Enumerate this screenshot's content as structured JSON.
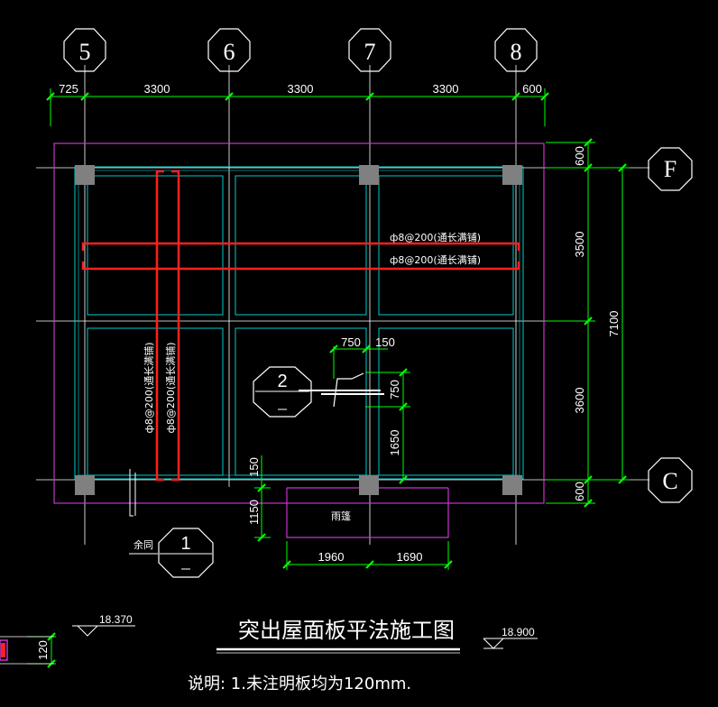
{
  "axes": {
    "top": [
      "5",
      "6",
      "7",
      "8"
    ],
    "right": [
      "F",
      "C"
    ]
  },
  "dimensions": {
    "top": [
      "725",
      "3300",
      "3300",
      "3300",
      "600"
    ],
    "right": [
      "600",
      "3500",
      "3600",
      "600"
    ],
    "right_total": "7100",
    "bottom": [
      "1960",
      "1690"
    ],
    "stair_width": "750",
    "stair_gap": "150",
    "stair_height": "750",
    "stair_lower": "1650",
    "stair_offset": "150",
    "canopy_depth": "1150",
    "left_slab": "120"
  },
  "rebar": {
    "h1": "ф8@200(通长满铺)",
    "h2": "ф8@200(通长满铺)",
    "v1": "ф8@200(通长满铺)",
    "v2": "ф8@200(通长满铺)"
  },
  "labels": {
    "canopy": "雨篷",
    "same": "余同"
  },
  "section_marks": [
    "2",
    "1"
  ],
  "elevations": {
    "left": "18.370",
    "right": "18.900"
  },
  "title": "突出屋面板平法施工图",
  "description": "说明: 1.未注明板均为120mm.",
  "colors": {
    "background": "#000000",
    "dimension": "#00ff00",
    "grid": "#ffffff",
    "slab_outline": "#cc33cc",
    "beam": "#00cccc",
    "rebar": "#ff2020",
    "column": "#808080"
  }
}
